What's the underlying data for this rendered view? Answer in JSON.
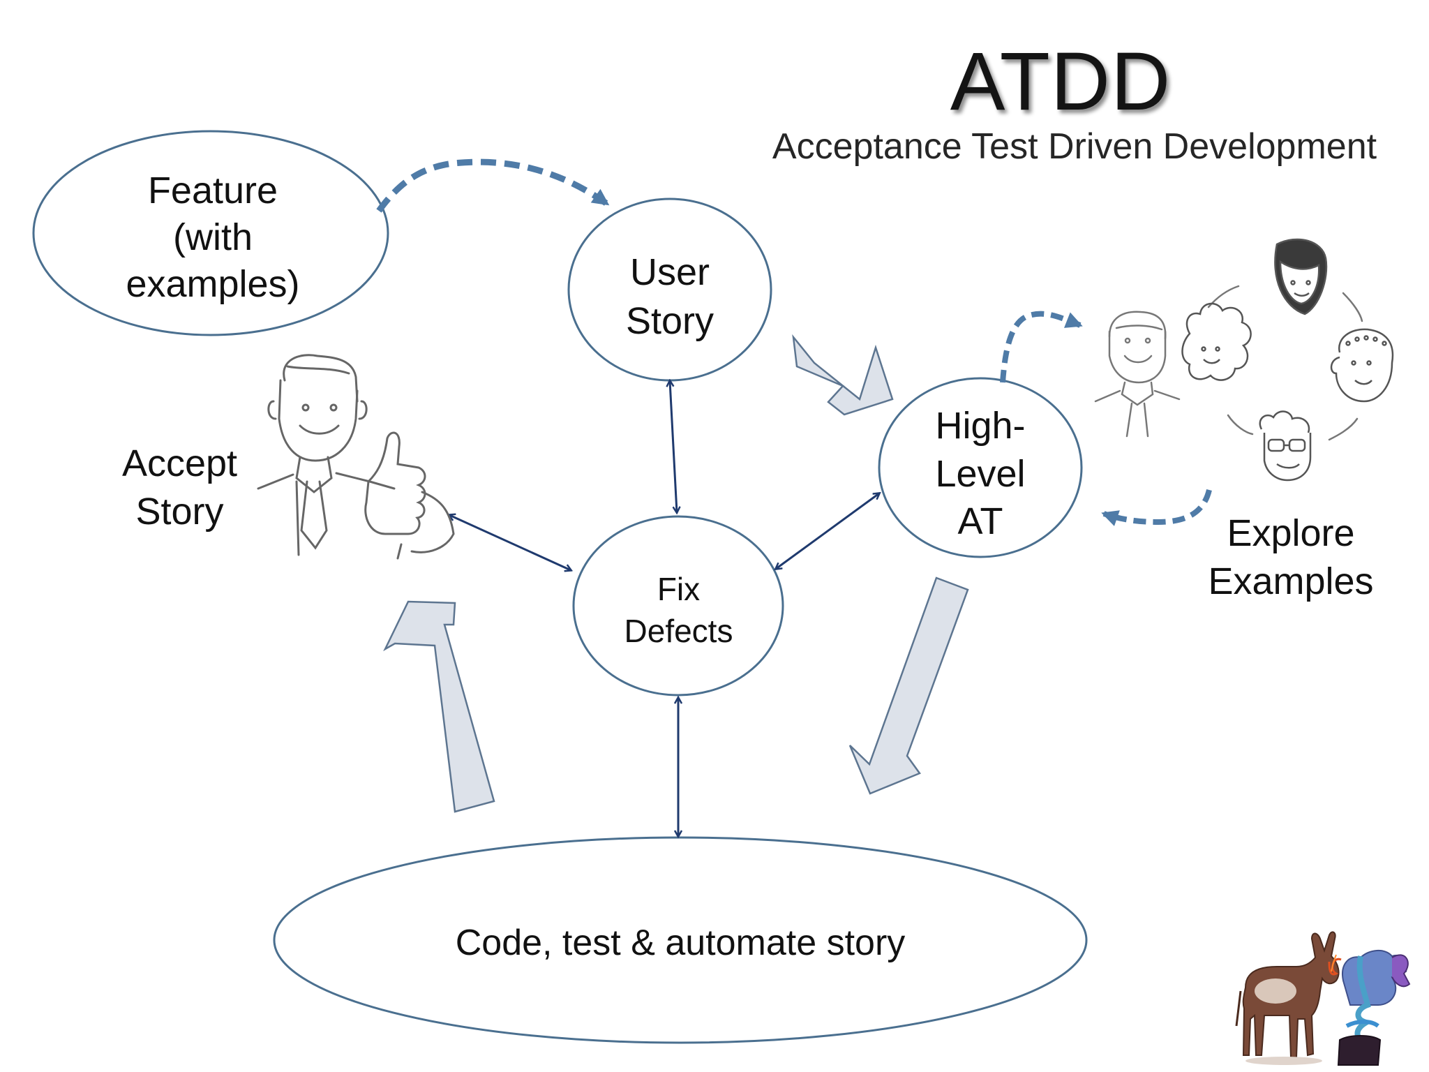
{
  "header": {
    "title": "ATDD",
    "subtitle": "Acceptance Test Driven Development"
  },
  "nodes": {
    "feature": [
      "Feature",
      "(with",
      "examples)"
    ],
    "user_story": [
      "User",
      "Story"
    ],
    "high_level_at": [
      "High-",
      "Level",
      "AT"
    ],
    "fix_defects": [
      "Fix",
      "Defects"
    ],
    "code": "Code, test & automate story"
  },
  "labels": {
    "accept_story": [
      "Accept",
      "Story"
    ],
    "explore_examples": [
      "Explore",
      "Examples"
    ]
  },
  "colors": {
    "outline": "#4a6f8f",
    "dashed_arrow": "#4f7ba7",
    "connector": "#1f3a6e",
    "block_arrow_fill": "#dde2ea",
    "block_arrow_stroke": "#5d7590"
  },
  "icons": [
    "smiling-man-thumbs-up-sketch",
    "man-sketch",
    "curly-hair-person-sketch",
    "woman-sketch",
    "bald-person-sketch",
    "person-with-glasses-sketch",
    "donkey-icon",
    "dragon-icon"
  ]
}
